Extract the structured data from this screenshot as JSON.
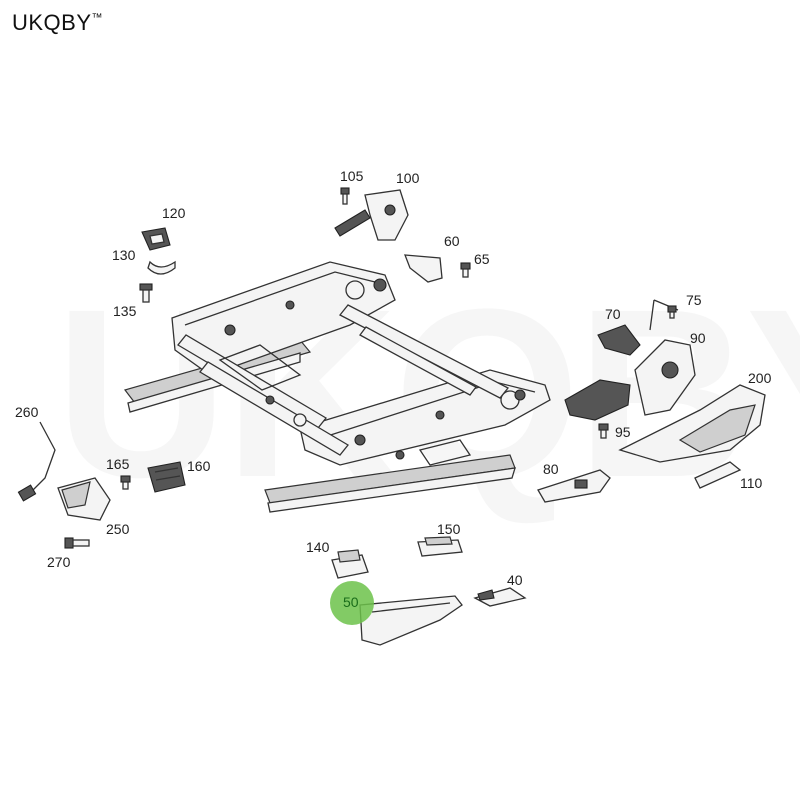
{
  "brand": {
    "name": "UKQBY",
    "tm": "™"
  },
  "watermark": "UKQBY™",
  "highlight": {
    "color": "#6cc24a",
    "part": "50"
  },
  "parts": [
    {
      "id": "p105",
      "label": "105"
    },
    {
      "id": "p100",
      "label": "100"
    },
    {
      "id": "p120",
      "label": "120"
    },
    {
      "id": "p130",
      "label": "130"
    },
    {
      "id": "p60",
      "label": "60"
    },
    {
      "id": "p65",
      "label": "65"
    },
    {
      "id": "p135",
      "label": "135"
    },
    {
      "id": "p75",
      "label": "75"
    },
    {
      "id": "p70",
      "label": "70"
    },
    {
      "id": "p90",
      "label": "90"
    },
    {
      "id": "p200",
      "label": "200"
    },
    {
      "id": "p260",
      "label": "260"
    },
    {
      "id": "p95",
      "label": "95"
    },
    {
      "id": "p165",
      "label": "165"
    },
    {
      "id": "p160",
      "label": "160"
    },
    {
      "id": "p80",
      "label": "80"
    },
    {
      "id": "p110",
      "label": "110"
    },
    {
      "id": "p250",
      "label": "250"
    },
    {
      "id": "p270",
      "label": "270"
    },
    {
      "id": "p150",
      "label": "150"
    },
    {
      "id": "p140",
      "label": "140"
    },
    {
      "id": "p40",
      "label": "40"
    },
    {
      "id": "p50",
      "label": "50"
    }
  ]
}
